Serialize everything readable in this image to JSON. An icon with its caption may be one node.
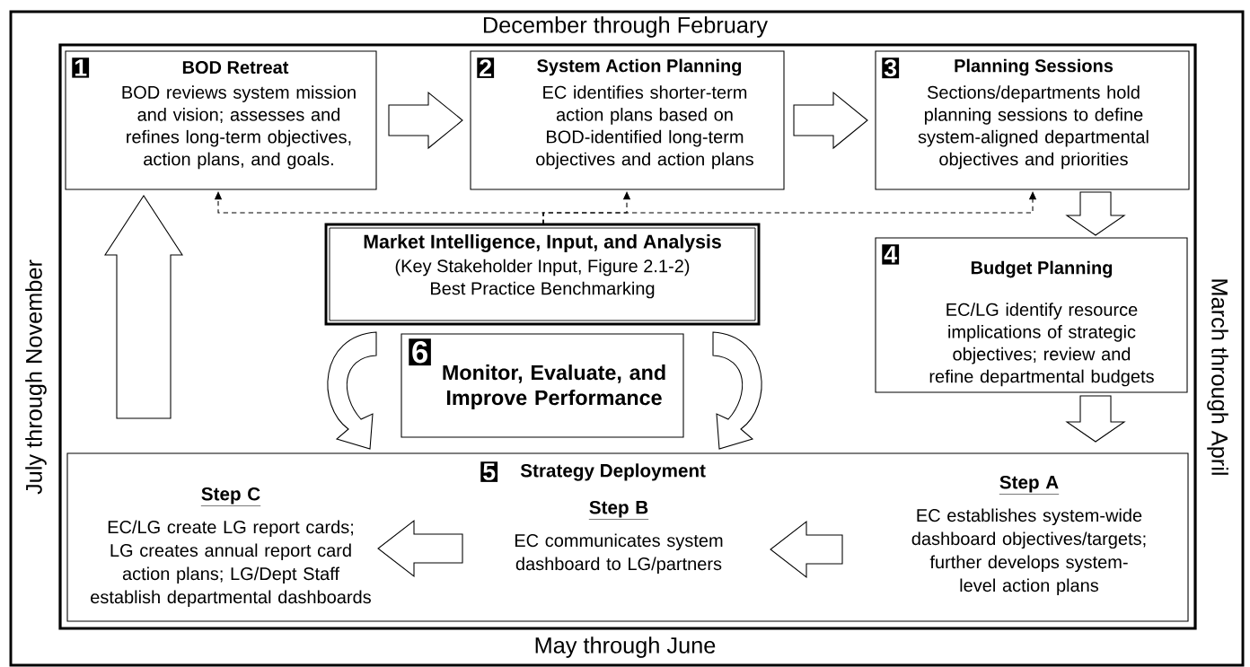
{
  "diagram": {
    "nodes": [
      {
        "text": [
          "1",
          "BOD Retreat",
          "BOD reviews system mission and vision; assesses and refines long-term objectives, action plans, and goals."
        ]
      },
      {
        "text": [
          "2",
          "System Action Planning",
          "EC identifies shorter-term action plans based on BOD-identified long-term objectives and action plans"
        ]
      },
      {
        "text": [
          "3",
          "Planning Sessions",
          "Sections/departments hold planning sessions to define system-aligned departmental objectives and priorities"
        ]
      },
      {
        "text": [
          "Market Intelligence, Input, and Analysis",
          "(Key Stakeholder Input, Figure 2.1-2)",
          "Best Practice Benchmarking"
        ]
      },
      {
        "text": [
          "4",
          "Budget Planning",
          "EC/LG identify resource implications of strategic objectives; review and refine departmental budgets"
        ]
      },
      {
        "text": [
          "6",
          "Monitor, Evaluate, and Improve Performance"
        ]
      },
      {
        "text": [
          "5",
          "Strategy Deployment"
        ]
      },
      {
        "text": [
          "Step A",
          "EC establishes system-wide dashboard objectives/targets; further develops system-level action plans"
        ],
        "in": 6
      },
      {
        "text": [
          "Step B",
          "EC communicates system dashboard to LG/partners"
        ],
        "in": 6
      },
      {
        "text": [
          "Step C",
          "EC/LG create LG report cards; LG creates annual report card action plans;  LG/Dept Staff establish departmental dashboards"
        ],
        "in": 6
      }
    ],
    "edges": [
      {
        "from": 0,
        "to": 1,
        "arrow": "to"
      },
      {
        "from": 1,
        "to": 2,
        "arrow": "to"
      },
      {
        "from": 2,
        "to": 4,
        "arrow": "to"
      },
      {
        "from": 4,
        "to": 6,
        "arrow": "to"
      },
      {
        "from": 7,
        "to": 8,
        "arrow": "to"
      },
      {
        "from": 8,
        "to": 9,
        "arrow": "to"
      },
      {
        "from": 6,
        "to": 0,
        "arrow": "to"
      },
      {
        "from": 3,
        "to": 6,
        "arrow": "to"
      },
      {
        "from": 3,
        "to": 6,
        "arrow": "to"
      },
      {
        "from": 3,
        "to": 0,
        "arrow": "to",
        "style": "dashed"
      },
      {
        "from": 3,
        "to": 1,
        "arrow": "to",
        "style": "dashed"
      },
      {
        "from": 3,
        "to": 2,
        "arrow": "to",
        "style": "dashed"
      }
    ],
    "labels": [
      "December through February",
      "March through April",
      "May through June",
      "July through November"
    ]
  }
}
